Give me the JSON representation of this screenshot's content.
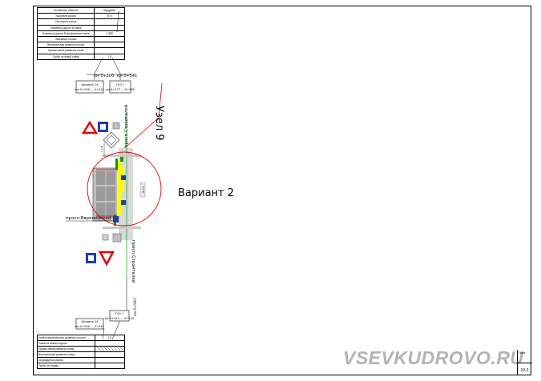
{
  "header_table": {
    "rows": [
      {
        "label": "Особенные объекты",
        "value": "Мкрдребе"
      },
      {
        "label": "Указатели дороги",
        "value": "Ф74"
      },
      {
        "label": "Уклон/угол откоса",
        "value": ""
      },
      {
        "label": "Элементы дороги В плане",
        "value": ""
      },
      {
        "label": "Элементы дороги В профильном плане",
        "value": "1.398"
      },
      {
        "label": "Земляные откосы",
        "value": ""
      },
      {
        "label": "Вертикальная разметка откоса",
        "value": ""
      },
      {
        "label": "Кромки левое разметки слева",
        "value": ""
      },
      {
        "label": "Трубы на левой слева",
        "value": "1.5"
      }
    ]
  },
  "km_marks": {
    "left": "км 0+500",
    "right": "км 0+541"
  },
  "callouts": {
    "top_left": {
      "line1": "Ширина 14",
      "line2": "км 0+500 — 0+541"
    },
    "top_right": {
      "line1": "ГАЗ 1",
      "line2": "км 0+527 — 0+585"
    },
    "bottom_left": {
      "line1": "Ширина 14",
      "line2": "км 0+500 — 0+541"
    },
    "bottom_right": {
      "line1": "ГАЗ 1",
      "line2": "км 0+510 — 0+530"
    }
  },
  "street_labels": {
    "top": "просп.Строителей",
    "left": "просп.Европейский",
    "bottom": "просп.Строителей"
  },
  "node_label": "Узел 9",
  "variant_label": "Вариант 2",
  "bottom_km": "км 0+541",
  "dim_labels": {
    "top_gap": "0.2 В",
    "bottom_gap": "1.2 В"
  },
  "footer_table": {
    "rows": [
      {
        "label": "Колёса вертикальная разметка откосов",
        "value": "1.5"
      },
      {
        "label": "Знаки на левой стороне",
        "value": ""
      },
      {
        "label": "Кромки левая разметки слева",
        "value": ""
      },
      {
        "label": "Вертикальная разметка слева",
        "value": ""
      },
      {
        "label": "Заграждения справа",
        "value": ""
      },
      {
        "label": "Трубы на справа",
        "value": ""
      }
    ]
  },
  "watermark": "VSEVKUDROVO.RU",
  "sheet": {
    "label": "Лист",
    "number": "19-2"
  },
  "colors": {
    "road_yellow": "#ffff00",
    "road_green": "#00a000",
    "circle_red": "#e00000",
    "sign_blue": "#1e3fa8",
    "sign_red": "#e00000"
  }
}
